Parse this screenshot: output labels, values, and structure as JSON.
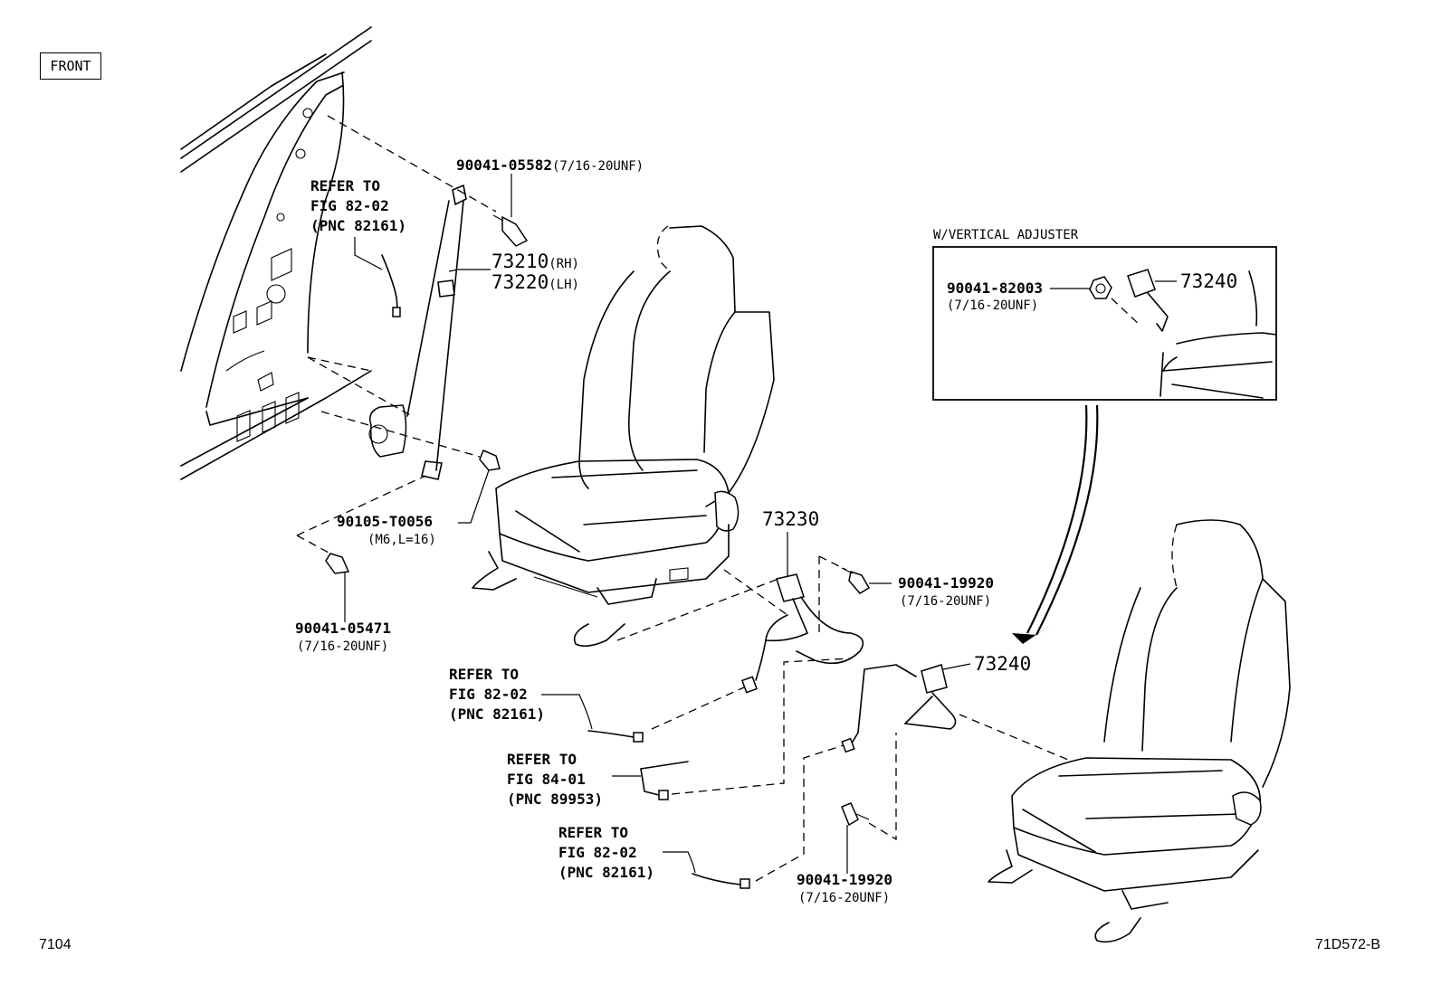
{
  "front_label": "FRONT",
  "footer": {
    "left": "7104",
    "right": "71D572-B"
  },
  "inset_title": "W/VERTICAL ADJUSTER",
  "labels": {
    "p1_num": "90041-05582",
    "p1_spec": "(7/16-20UNF)",
    "ref1_l1": "REFER TO",
    "ref1_l2": "FIG 82-02",
    "ref1_l3": "(PNC 82161)",
    "p73210": "73210",
    "p73210_side": "(RH)",
    "p73220": "73220",
    "p73220_side": "(LH)",
    "p2_num": "90105-T0056",
    "p2_spec": "(M6,L=16)",
    "p3_num": "90041-05471",
    "p3_spec": "(7/16-20UNF)",
    "p73230": "73230",
    "p4_num": "90041-19920",
    "p4_spec": "(7/16-20UNF)",
    "p73240_main": "73240",
    "ref2_l1": "REFER TO",
    "ref2_l2": "FIG 82-02",
    "ref2_l3": "(PNC 82161)",
    "ref3_l1": "REFER TO",
    "ref3_l2": "FIG 84-01",
    "ref3_l3": "(PNC 89953)",
    "ref4_l1": "REFER TO",
    "ref4_l2": "FIG 82-02",
    "ref4_l3": "(PNC 82161)",
    "p5_num": "90041-19920",
    "p5_spec": "(7/16-20UNF)",
    "inset_p_num": "90041-82003",
    "inset_p_spec": "(7/16-20UNF)",
    "inset_73240": "73240"
  }
}
